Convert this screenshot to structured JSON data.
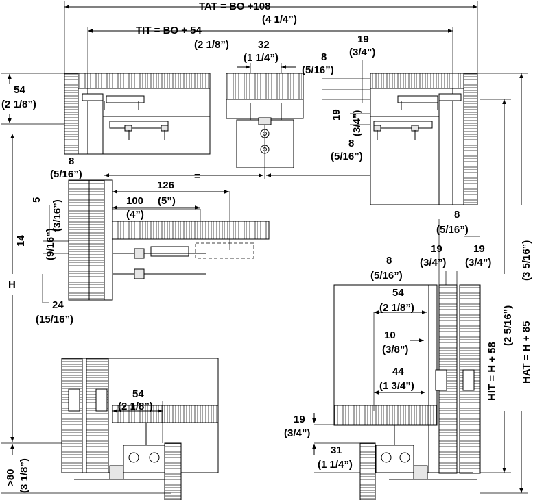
{
  "title_dims": {
    "tat": "TAT = BO +108",
    "tat_in": "(4 1/4”)",
    "tit": "TIT = BO + 54",
    "tit_in": "(2 1/8”)"
  },
  "top_center": {
    "d32": "32",
    "d32_in": "(1 1/4”)",
    "d19": "19",
    "d19_in": "(3/4”)",
    "d8": "8",
    "d8_in": "(5/16”)"
  },
  "top_left": {
    "d54": "54",
    "d54_in": "(2 1/8”)"
  },
  "top_right": {
    "d19": "19",
    "d19_in": "(3/4”)",
    "d8": "8",
    "d8_in": "(5/16”)",
    "eq_left": "=",
    "eq_right": "="
  },
  "mid_left": {
    "d8": "8",
    "d8_in": "(5/16”)",
    "d5": "5",
    "d5_in": "(3/16”)",
    "d126": "126",
    "d126_in": "(5”)",
    "d100": "100",
    "d100_in": "(4”)",
    "d14": "14",
    "d14_in": "(9/16”)",
    "d24": "24",
    "d24_in": "(15/16”)",
    "h": "H"
  },
  "bottom_left": {
    "d54": "54",
    "d54_in": "(2 1/8”)",
    "d80": ">80",
    "d80_in": "(3 1/8”)"
  },
  "right": {
    "d8a": "8",
    "d8a_in": "(5/16”)",
    "d19a": "19",
    "d19a_in": "(3/4”)",
    "d19b": "19",
    "d19b_in": "(3/4”)",
    "d8b": "8",
    "d8b_in": "(5/16”)",
    "d54": "54",
    "d54_in": "(2 1/8”)",
    "d10": "10",
    "d10_in": "(3/8”)",
    "d44": "44",
    "d44_in": "(1 3/4”)",
    "d19c": "19",
    "d19c_in": "(3/4”)",
    "d31": "31",
    "d31_in": "(1 1/4”)",
    "hit": "HIT = H + 58",
    "hit_in": "(2 5/16”)",
    "hat": "HAT = H + 85",
    "hat_in": "(3 5/16”)"
  }
}
